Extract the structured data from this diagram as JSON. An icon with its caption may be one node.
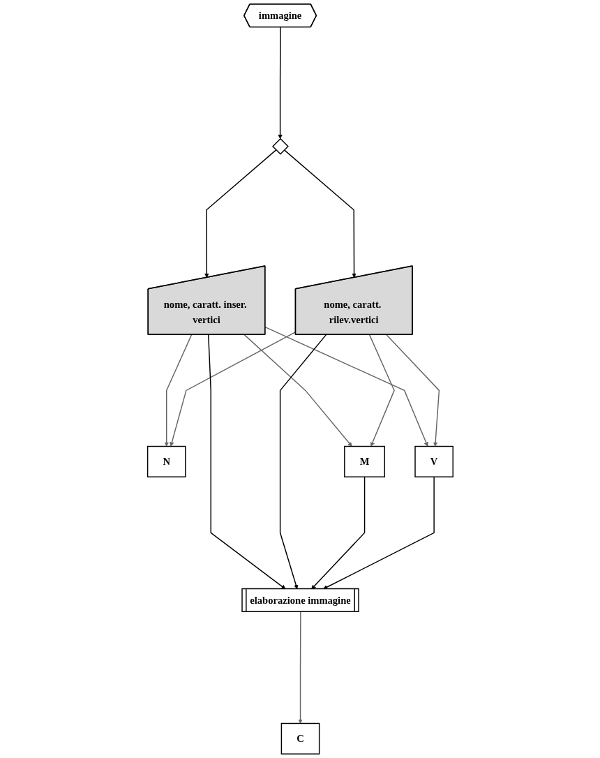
{
  "diagram": {
    "nodes": [
      {
        "text": [
          "immagine"
        ]
      },
      {
        "text": [],
        "shape": "diamond"
      },
      {
        "text": [
          "nome, caratt. inser. vertici"
        ]
      },
      {
        "text": [
          "nome, caratt. rilev.vertici"
        ]
      },
      {
        "text": [
          "elaborazione immagine"
        ]
      },
      {
        "text": [
          "N"
        ]
      },
      {
        "text": [
          "M"
        ]
      },
      {
        "text": [
          "V"
        ]
      },
      {
        "text": [
          "C"
        ]
      }
    ],
    "edges": [
      {
        "from": 0,
        "to": 1,
        "arrow": "to"
      },
      {
        "from": 1,
        "to": 2,
        "arrow": "to"
      },
      {
        "from": 1,
        "to": 3,
        "arrow": "to"
      },
      {
        "from": 2,
        "to": 5,
        "arrow": "to",
        "color": "#666666"
      },
      {
        "from": 2,
        "to": 6,
        "arrow": "to",
        "color": "#666666"
      },
      {
        "from": 3,
        "to": 5,
        "arrow": "to",
        "color": "#666666"
      },
      {
        "from": 3,
        "to": 6,
        "arrow": "to",
        "color": "#666666"
      },
      {
        "from": 2,
        "to": 7,
        "arrow": "to",
        "color": "#666666"
      },
      {
        "from": 3,
        "to": 7,
        "arrow": "to",
        "color": "#666666"
      },
      {
        "from": 2,
        "to": 4,
        "arrow": "to"
      },
      {
        "from": 3,
        "to": 4,
        "arrow": "to"
      },
      {
        "from": 6,
        "to": 4,
        "arrow": "to"
      },
      {
        "from": 7,
        "to": 4,
        "arrow": "to"
      },
      {
        "from": 4,
        "to": 8,
        "arrow": "to",
        "color": "#666666"
      }
    ]
  }
}
